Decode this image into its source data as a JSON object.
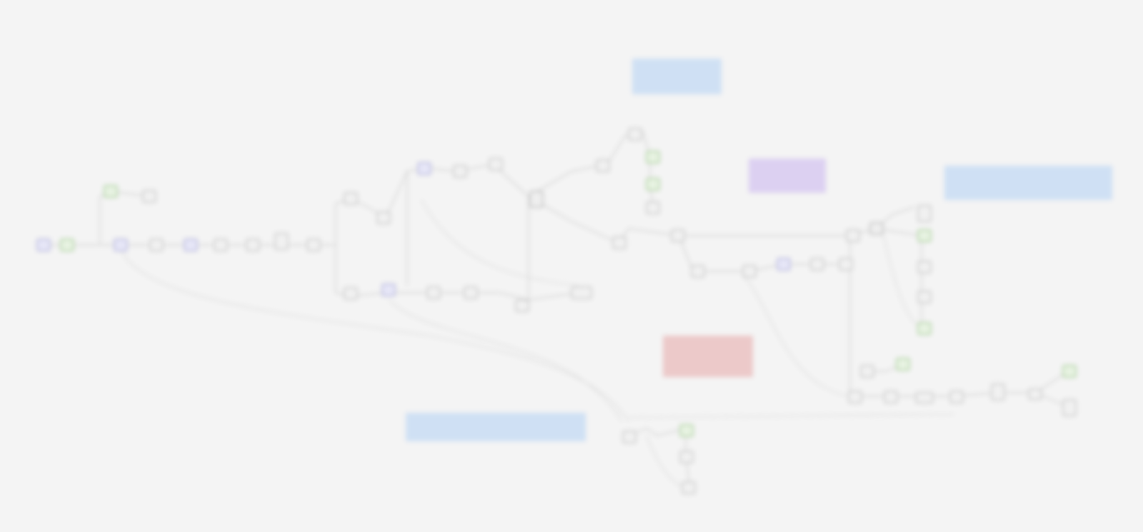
{
  "notes": [
    {
      "id": "note-top",
      "color": "#cfe0f4",
      "title": "",
      "body": ""
    },
    {
      "id": "note-purple",
      "color": "#dcd0f1",
      "title": "",
      "body": ""
    },
    {
      "id": "note-right",
      "color": "#cfe0f4",
      "title": "",
      "body": ""
    },
    {
      "id": "note-red",
      "color": "#ecc9c9",
      "title": "",
      "body": ""
    },
    {
      "id": "note-bottom",
      "color": "#cfe0f4",
      "title": "",
      "body": ""
    }
  ],
  "annotations": [
    {
      "id": "annot-left",
      "title": "",
      "body": ""
    },
    {
      "id": "annot-mid",
      "title": "",
      "body": ""
    },
    {
      "id": "annot-upper",
      "title": "",
      "body": ""
    }
  ],
  "node_types": {
    "default": {
      "fill": "#f1f1f1",
      "stroke": "#b5b5b5"
    },
    "service": {
      "fill": "#e7e7f7",
      "stroke": "#9c9cd2"
    },
    "task": {
      "fill": "#e8f3e3",
      "stroke": "#8dbf7a"
    },
    "gateway": {
      "fill": "#efefef",
      "stroke": "#a5a5a5"
    }
  },
  "background": "#f4f4f4"
}
